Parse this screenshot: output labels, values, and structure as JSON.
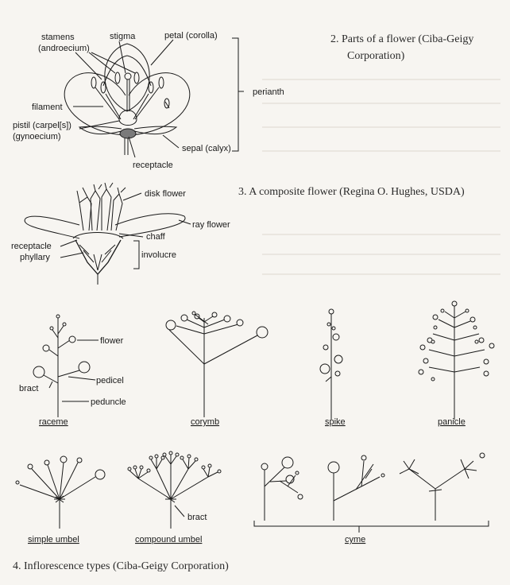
{
  "captions": {
    "fig2_line1": "2. Parts of a flower (Ciba-Geigy",
    "fig2_line2": "Corporation)",
    "fig3": "3. A composite flower (Regina O. Hughes, USDA)",
    "fig4": "4. Inflorescence types (Ciba-Geigy Corporation)"
  },
  "flower_parts": {
    "stamens_1": "stamens",
    "stamens_2": "(androecium)",
    "stigma": "stigma",
    "petal": "petal (corolla)",
    "perianth": "perianth",
    "filament": "filament",
    "pistil_1": "pistil (carpel[s])",
    "pistil_2": "(gynoecium)",
    "sepal": "sepal (calyx)",
    "receptacle": "receptacle"
  },
  "composite": {
    "disk_flower": "disk flower",
    "ray_flower": "ray flower",
    "chaff": "chaff",
    "receptacle": "receptacle",
    "phyllary": "phyllary",
    "involucre": "involucre"
  },
  "inflorescence": {
    "flower": "flower",
    "bract": "bract",
    "pedicel": "pedicel",
    "peduncle": "peduncle",
    "bract2": "bract",
    "types": {
      "raceme": "raceme",
      "corymb": "corymb",
      "spike": "spike",
      "panicle": "panicle",
      "simple_umbel": "simple umbel",
      "compound_umbel": "compound umbel",
      "cyme": "cyme"
    }
  }
}
